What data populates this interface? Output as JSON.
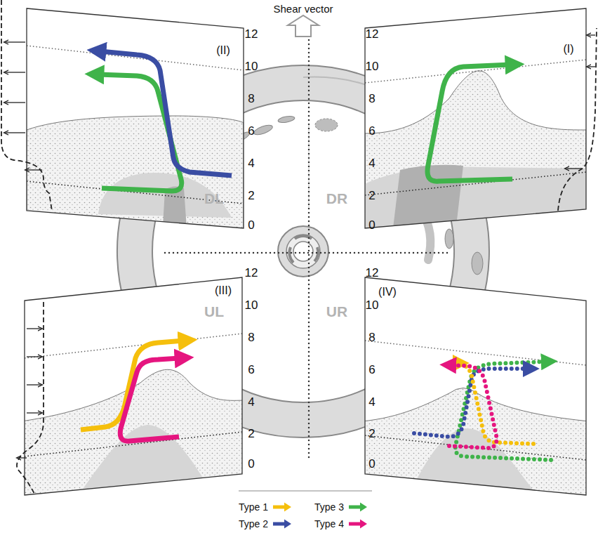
{
  "diagram": {
    "labels": [
      "Shear vector",
      "(II)",
      "(I)",
      "DL",
      "DR",
      "UL",
      "UR",
      "(III)",
      "(IV)",
      "12",
      "10",
      "8",
      "6",
      "4",
      "2",
      "0",
      "12",
      "10",
      "8",
      "6",
      "4",
      "2",
      "0",
      "12",
      "10",
      "8",
      "6",
      "4",
      "2",
      "0",
      "12",
      "10",
      "8",
      "6",
      "4",
      "2",
      "0"
    ],
    "legend": [
      {
        "text": "Type 1",
        "color": "#f5bf0c"
      },
      {
        "text": "Type 3",
        "color": "#3fb34a"
      },
      {
        "text": "Type 2",
        "color": "#3a4da3"
      },
      {
        "text": "Type 4",
        "color": "#e5157f"
      }
    ]
  }
}
